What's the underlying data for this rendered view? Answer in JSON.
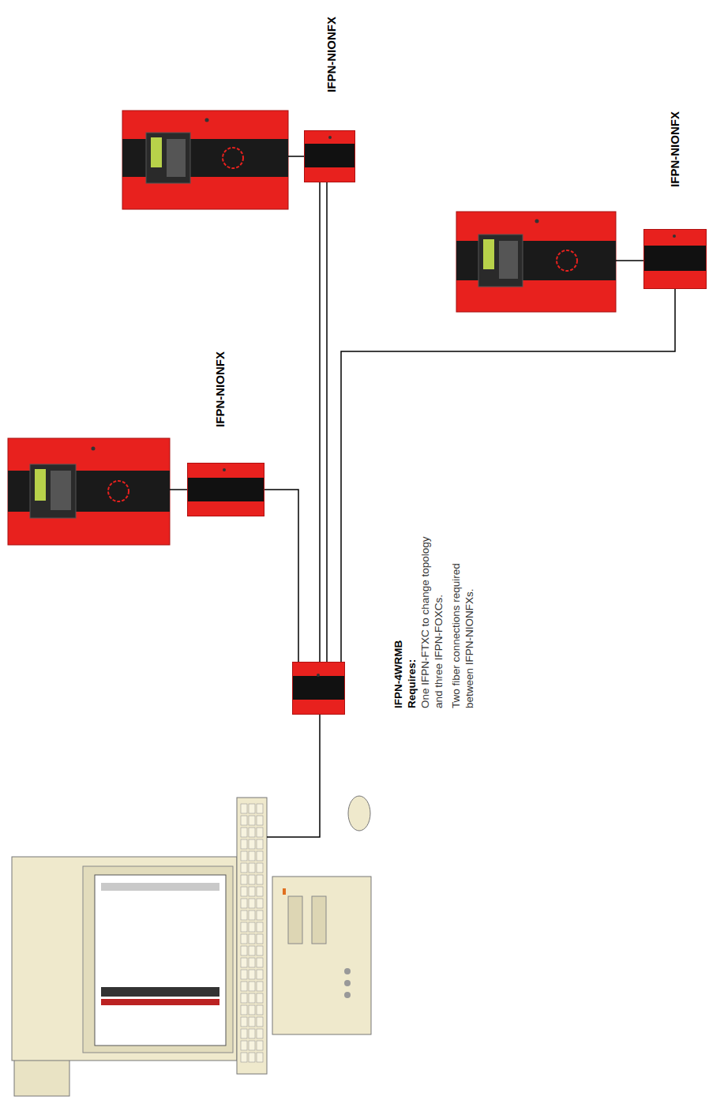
{
  "diagram": {
    "nodes": [
      {
        "text": [
          "IFPN-4WRMB",
          "Requires:",
          "One IFPN-FTXC to change topology and three IFPN-FOXCs.",
          "Two fiber connections required between IFPN-NIONFXs."
        ]
      },
      {
        "text": [
          "IFPN-NIONFX"
        ]
      },
      {
        "text": [
          "IFPN-NIONFX"
        ]
      },
      {
        "text": [
          "IFPN-NIONFX"
        ]
      }
    ],
    "edges": [
      {
        "from": 0,
        "to": 1,
        "arrow": "none"
      },
      {
        "from": 0,
        "to": 2,
        "arrow": "none"
      },
      {
        "from": 0,
        "to": 2,
        "arrow": "none"
      },
      {
        "from": 0,
        "to": 3,
        "arrow": "none"
      }
    ]
  }
}
